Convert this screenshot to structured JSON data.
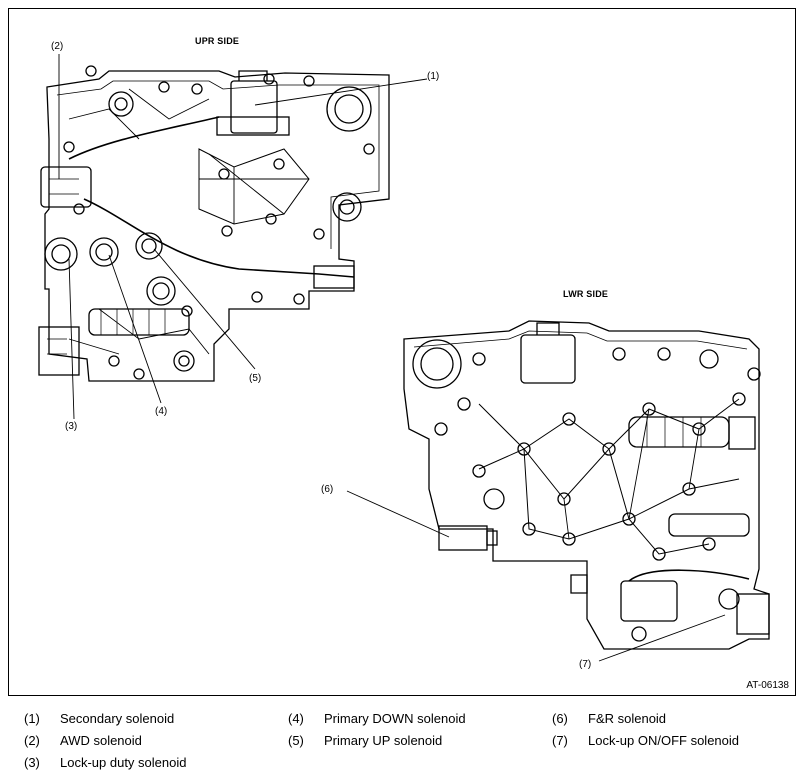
{
  "figure": {
    "upper_label": "UPR SIDE",
    "lower_label": "LWR SIDE",
    "code": "AT-06138",
    "callouts": [
      "(1)",
      "(2)",
      "(3)",
      "(4)",
      "(5)",
      "(6)",
      "(7)"
    ]
  },
  "legend": [
    {
      "num": "(1)",
      "text": "Secondary solenoid"
    },
    {
      "num": "(2)",
      "text": "AWD solenoid"
    },
    {
      "num": "(3)",
      "text": "Lock-up duty solenoid"
    },
    {
      "num": "(4)",
      "text": "Primary DOWN solenoid"
    },
    {
      "num": "(5)",
      "text": "Primary UP solenoid"
    },
    {
      "num": "(6)",
      "text": "F&R solenoid"
    },
    {
      "num": "(7)",
      "text": "Lock-up ON/OFF solenoid"
    }
  ]
}
